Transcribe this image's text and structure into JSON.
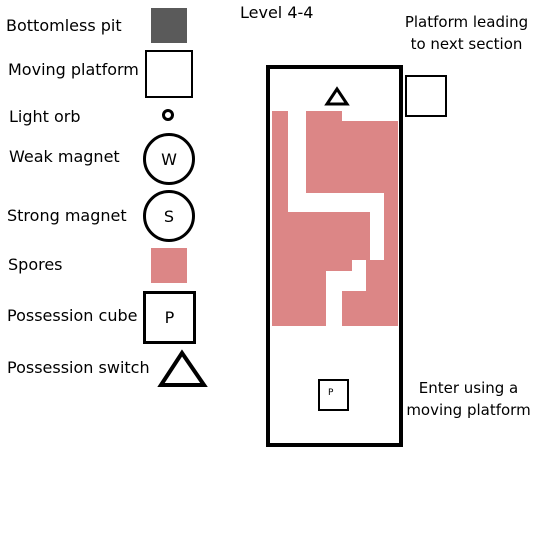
{
  "title": "Level 4-4",
  "legend": {
    "bottomless_pit": "Bottomless pit",
    "moving_platform": "Moving platform",
    "light_orb": "Light orb",
    "weak_magnet": "Weak magnet",
    "weak_magnet_letter": "W",
    "strong_magnet": "Strong magnet",
    "strong_magnet_letter": "S",
    "spores": "Spores",
    "possession_cube": "Possession cube",
    "possession_cube_letter": "P",
    "possession_switch": "Possession switch"
  },
  "map": {
    "cube_letter": "P",
    "note_next_section": "Platform leading to next section",
    "note_enter": "Enter using a moving platform"
  },
  "colors": {
    "pit": "#5a5a5a",
    "spores": "#dc8686",
    "outline": "#000000"
  }
}
